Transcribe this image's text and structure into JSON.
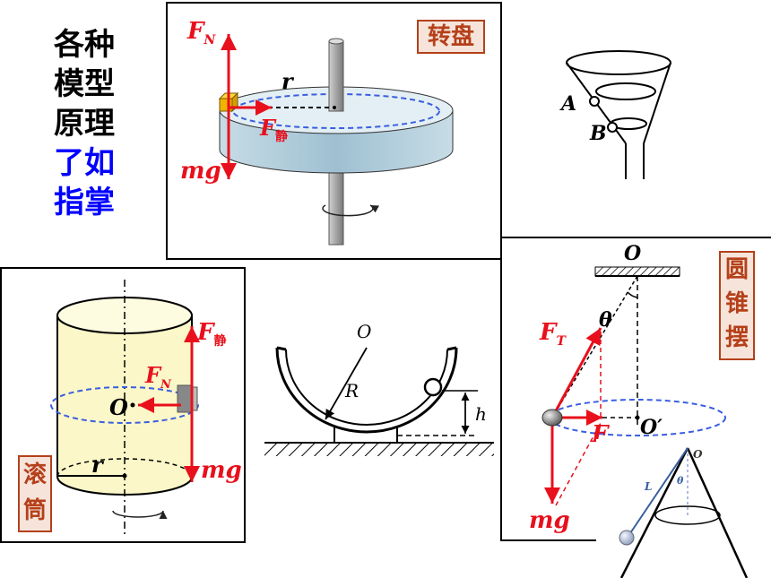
{
  "heading": {
    "line1": "各种",
    "line2": "模型",
    "line3": "原理",
    "line4": "了如",
    "line5": "指掌"
  },
  "turntable": {
    "stamp": "转盘",
    "fn": "F",
    "fn_sub": "N",
    "r": "r",
    "fstatic": "F",
    "fstatic_sub": "静",
    "mg": "mg"
  },
  "funnel": {
    "a": "A",
    "b": "B"
  },
  "drum": {
    "stamp_top": "滚",
    "stamp_bottom": "筒",
    "fstatic": "F",
    "fstatic_sub": "静",
    "fn": "F",
    "fn_sub": "N",
    "o": "O",
    "r": "r",
    "mg": "mg"
  },
  "bowl": {
    "o": "O",
    "r": "R",
    "h": "h"
  },
  "pendulum": {
    "stamp_1": "圆",
    "stamp_2": "锥",
    "stamp_3": "摆",
    "o": "O",
    "theta": "θ",
    "ft": "F",
    "ft_sub": "T",
    "f": "F",
    "o_prime": "O′",
    "mg": "mg"
  },
  "small_cone": {
    "o": "O",
    "l": "L",
    "theta": "θ"
  },
  "colors": {
    "force": "#e8101c",
    "dashed_circle": "#3a5ee0",
    "stamp": "#b5401a",
    "blue_text": "#0000ff"
  }
}
